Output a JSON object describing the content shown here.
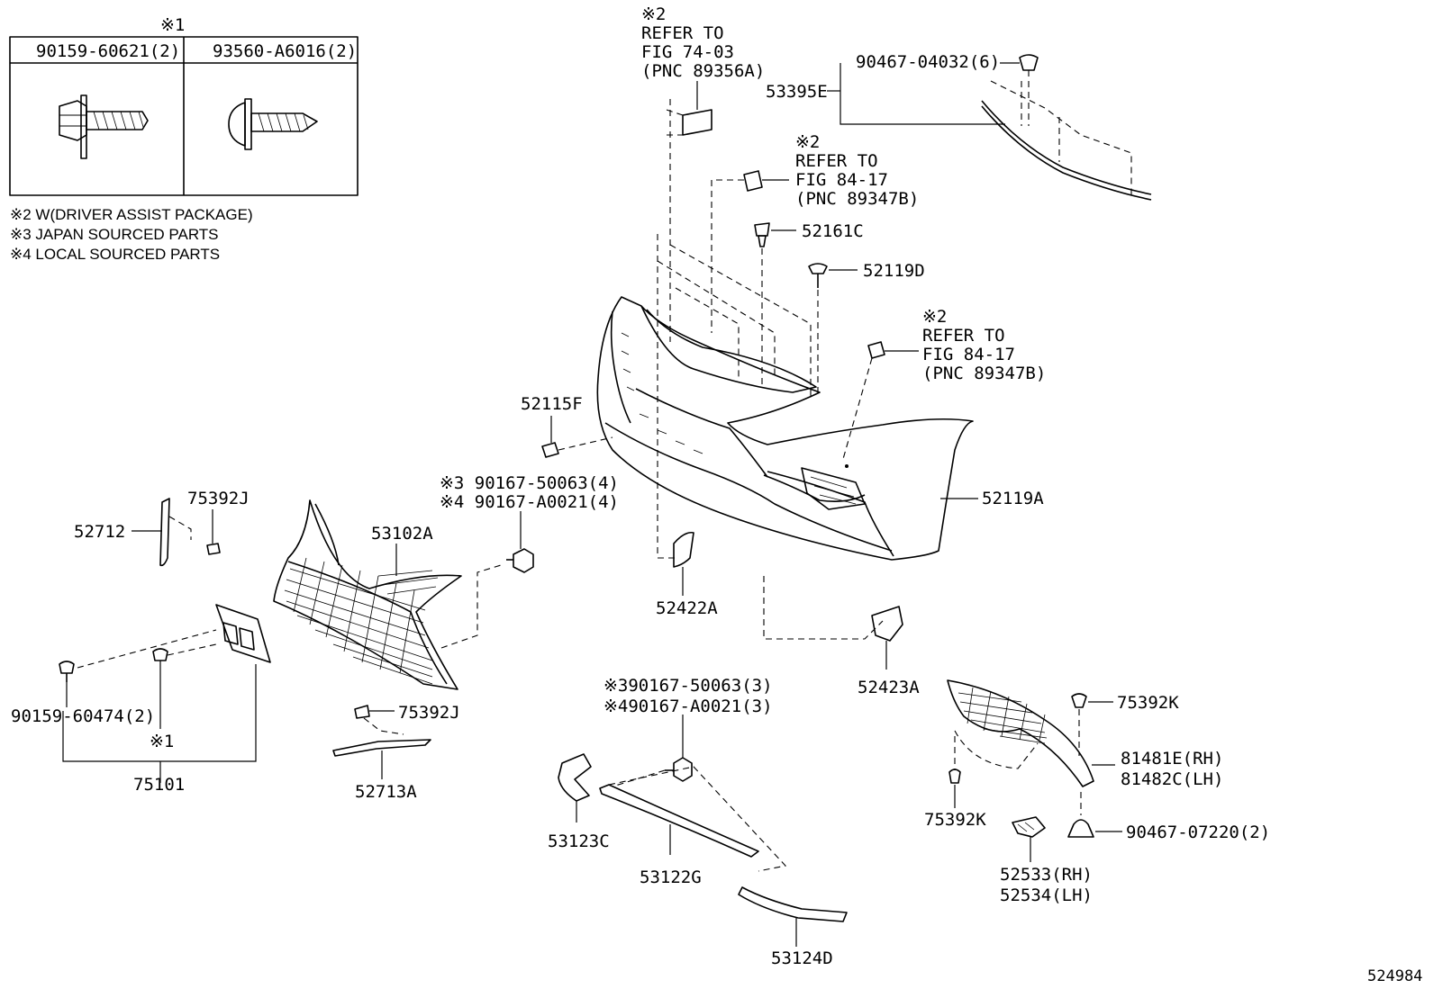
{
  "fastener_table": {
    "header_mark": "※1",
    "columns": [
      {
        "part_no": "90159-60621(2)",
        "icon": "hex-flange-bolt-icon"
      },
      {
        "part_no": "93560-A6016(2)",
        "icon": "tapping-screw-icon"
      }
    ]
  },
  "notes": [
    "※2 W(DRIVER ASSIST PACKAGE)",
    "※3 JAPAN SOURCED PARTS",
    "※4 LOCAL SOURCED PARTS"
  ],
  "references": [
    {
      "mark": "※2",
      "line1": "REFER TO",
      "line2": "FIG 74-03",
      "line3": "(PNC 89356A)"
    },
    {
      "mark": "※2",
      "line1": "REFER TO",
      "line2": "FIG 84-17",
      "line3": "(PNC 89347B)"
    },
    {
      "mark": "※2",
      "line1": "REFER TO",
      "line2": "FIG 84-17",
      "line3": "(PNC 89347B)"
    }
  ],
  "callouts": {
    "c53395E": "53395E",
    "c90467_04032": "90467-04032(6)",
    "c52161C": "52161C",
    "c52119D": "52119D",
    "c52115F": "52115F",
    "c52119A": "52119A",
    "c75392J_top": "75392J",
    "c52712": "52712",
    "c53102A": "53102A",
    "c90167_50063_4": "※3 90167-50063(4)",
    "c90167_A0021_4": "※4 90167-A0021(4)",
    "c52422A": "52422A",
    "c52423A": "52423A",
    "c90159_60474": "90159-60474(2)",
    "c_mark1": "※1",
    "c75101": "75101",
    "c75392J_bot": "75392J",
    "c52713A": "52713A",
    "c90167_50063_3": "※390167-50063(3)",
    "c90167_A0021_3": "※490167-A0021(3)",
    "c53123C": "53123C",
    "c53122G": "53122G",
    "c53124D": "53124D",
    "c75392K_top": "75392K",
    "c81481E": "81481E(RH)",
    "c81482C": "81482C(LH)",
    "c75392K_bot": "75392K",
    "c90467_07220": "90467-07220(2)",
    "c52533": "52533(RH)",
    "c52534": "52534(LH)"
  },
  "figure_id": "524984"
}
